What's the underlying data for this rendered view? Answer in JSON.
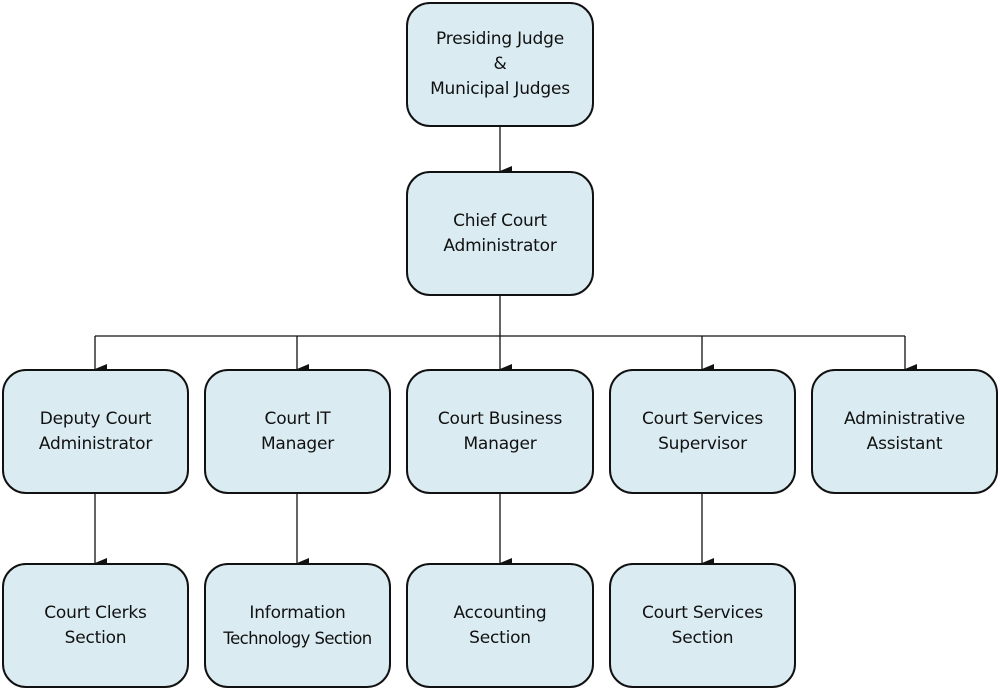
{
  "diagram": {
    "type": "org-chart",
    "colors": {
      "box_fill": "#daecf2",
      "box_border": "#111111",
      "line": "#111111",
      "background": "#ffffff"
    },
    "nodes": {
      "presiding_judge": {
        "lines": [
          "Presiding Judge",
          "&",
          "Municipal Judges"
        ]
      },
      "chief_admin": {
        "lines": [
          "Chief Court",
          "Administrator"
        ]
      },
      "deputy_admin": {
        "lines": [
          "Deputy Court",
          "Administrator"
        ]
      },
      "it_manager": {
        "lines": [
          "Court IT",
          "Manager"
        ]
      },
      "business_manager": {
        "lines": [
          "Court Business",
          "Manager"
        ]
      },
      "services_supervisor": {
        "lines": [
          "Court Services",
          "Supervisor"
        ]
      },
      "admin_assistant": {
        "lines": [
          "Administrative",
          "Assistant"
        ]
      },
      "clerks_section": {
        "lines": [
          "Court Clerks",
          "Section"
        ]
      },
      "it_section": {
        "lines": [
          "Information",
          "Technology Section"
        ]
      },
      "accounting_section": {
        "lines": [
          "Accounting",
          "Section"
        ]
      },
      "services_section": {
        "lines": [
          "Court Services",
          "Section"
        ]
      }
    },
    "edges": [
      [
        "presiding_judge",
        "chief_admin"
      ],
      [
        "chief_admin",
        "deputy_admin"
      ],
      [
        "chief_admin",
        "it_manager"
      ],
      [
        "chief_admin",
        "business_manager"
      ],
      [
        "chief_admin",
        "services_supervisor"
      ],
      [
        "chief_admin",
        "admin_assistant"
      ],
      [
        "deputy_admin",
        "clerks_section"
      ],
      [
        "it_manager",
        "it_section"
      ],
      [
        "business_manager",
        "accounting_section"
      ],
      [
        "services_supervisor",
        "services_section"
      ]
    ]
  }
}
